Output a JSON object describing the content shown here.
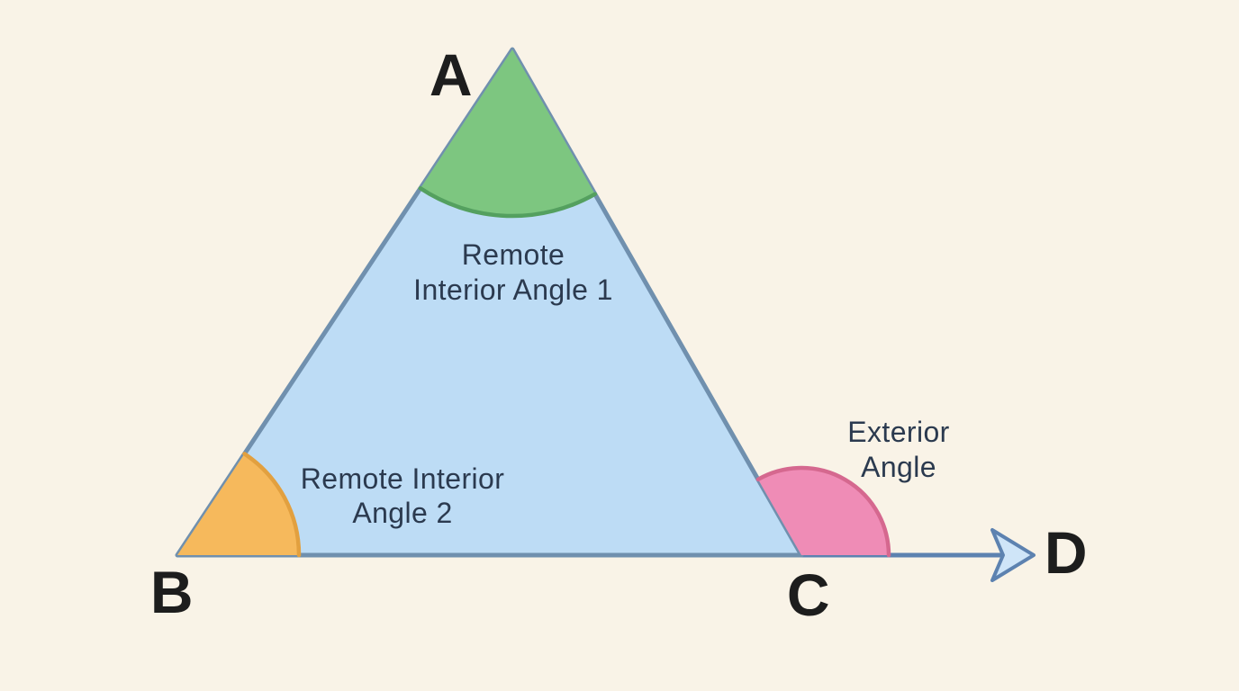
{
  "scene": {
    "background_color": "#f9f3e7",
    "triangle": {
      "fill": "#bddcf5",
      "stroke": "#7090ae"
    },
    "ray": {
      "stroke": "#5d82b0",
      "arrowhead_fill": "#cfe5f8",
      "arrowhead_stroke": "#5d82b0"
    },
    "vertex_labels": {
      "A": "A",
      "B": "B",
      "C": "C",
      "D": "D"
    },
    "vertex_text_color": "#1d1d1d",
    "label_text_color": "#2b3a4f",
    "angle_markers": {
      "remote_interior_1": {
        "fill": "#7dc680",
        "arc_stroke": "#54a05f",
        "label_lines": [
          "Remote",
          "Interior Angle 1"
        ]
      },
      "remote_interior_2": {
        "fill": "#f6b95c",
        "arc_stroke": "#e2a03f",
        "label_lines": [
          "Remote Interior",
          "Angle 2"
        ]
      },
      "exterior": {
        "fill": "#ef8cb6",
        "arc_stroke": "#d5688f",
        "label_lines": [
          "Exterior",
          "Angle"
        ]
      }
    }
  }
}
